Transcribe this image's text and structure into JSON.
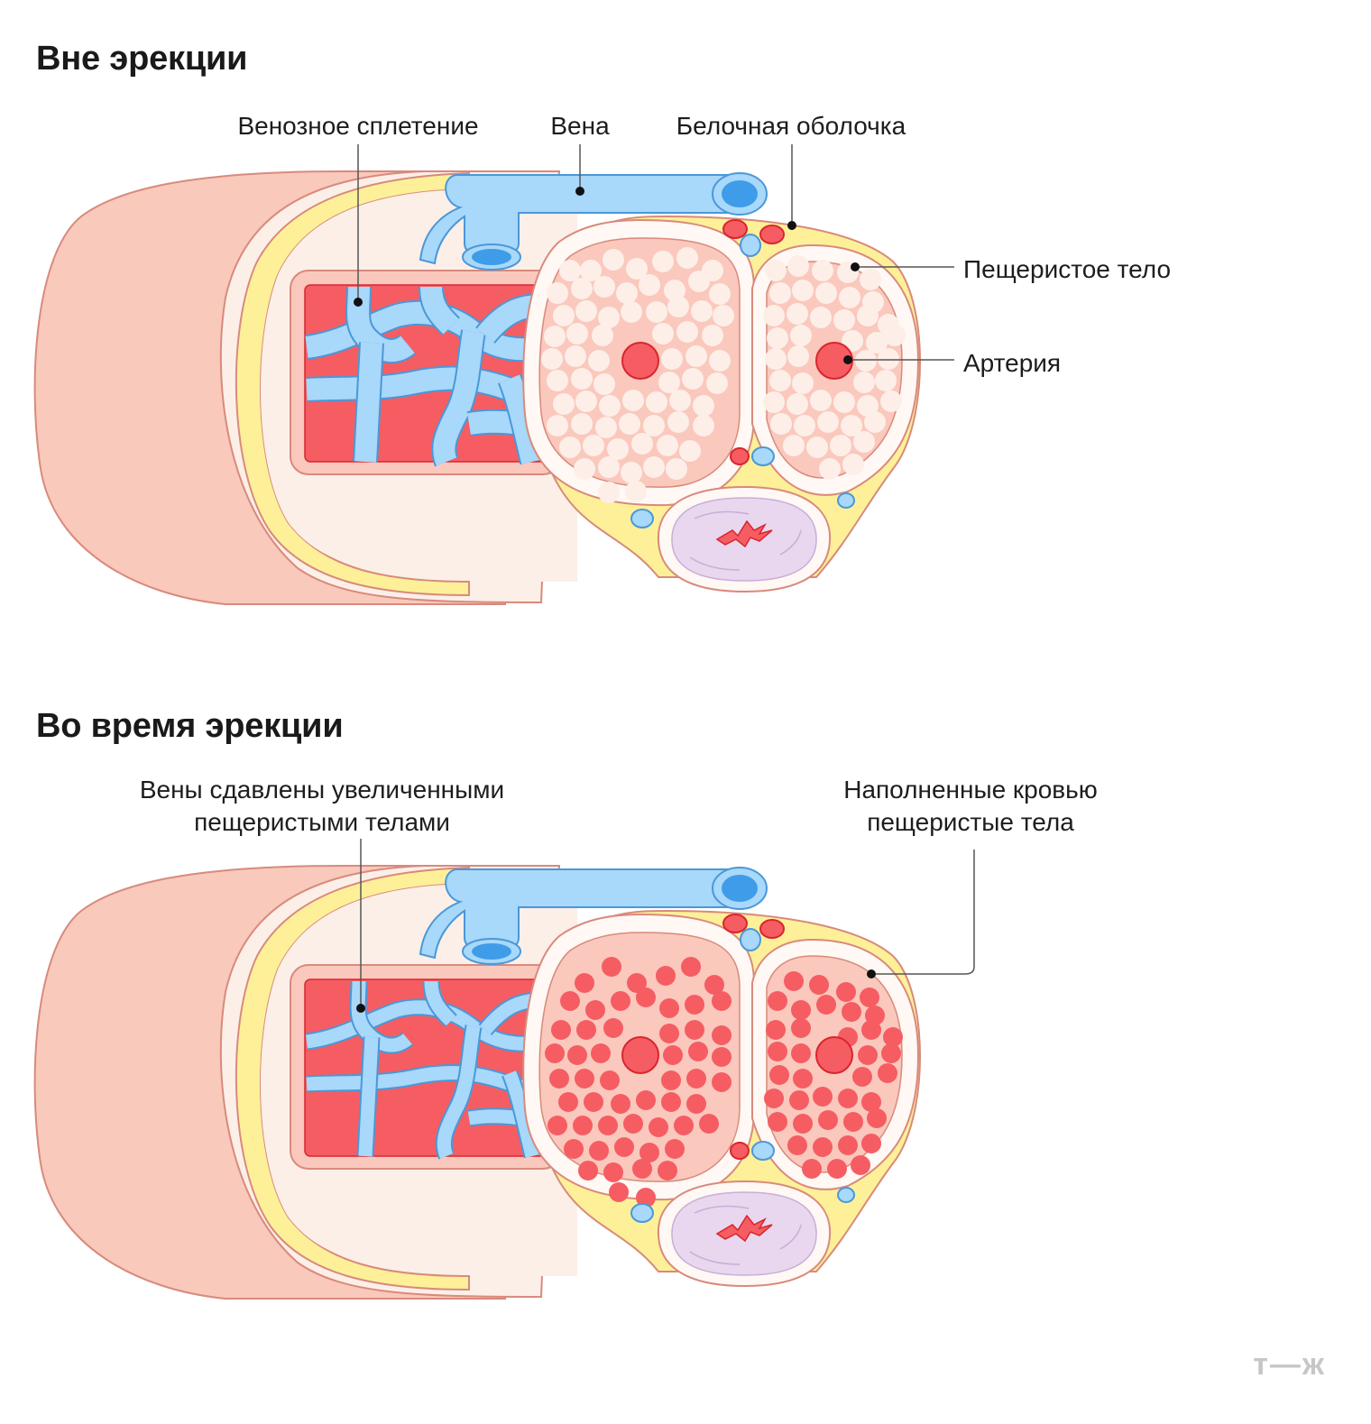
{
  "sections": [
    {
      "title": "Вне эрекции",
      "labels": {
        "venous_plexus": "Венозное сплетение",
        "vein": "Вена",
        "tunica": "Белочная оболочка",
        "cavernous_body": "Пещеристое тело",
        "artery": "Артерия"
      }
    },
    {
      "title": "Во время эрекции",
      "labels": {
        "compressed_veins": "Вены сдавлены увеличенными\nпещеристыми телами",
        "filled_bodies": "Наполненные кровью\nпещеристые тела"
      }
    }
  ],
  "logo": "т—ж",
  "colors": {
    "skin": "#f9c9bb",
    "outline": "#d88a7c",
    "cream": "#fcefe8",
    "fat": "#fdf098",
    "vein": "#a8d8fa",
    "vein_dark": "#3f9ce8",
    "vein_stroke": "#4a98d8",
    "blood": "#f55d63",
    "artery_stroke": "#d8262e",
    "body_fill": "#fac8bc",
    "relaxed_dot": "#fdeee8",
    "spongy": "#e8d7ee"
  }
}
